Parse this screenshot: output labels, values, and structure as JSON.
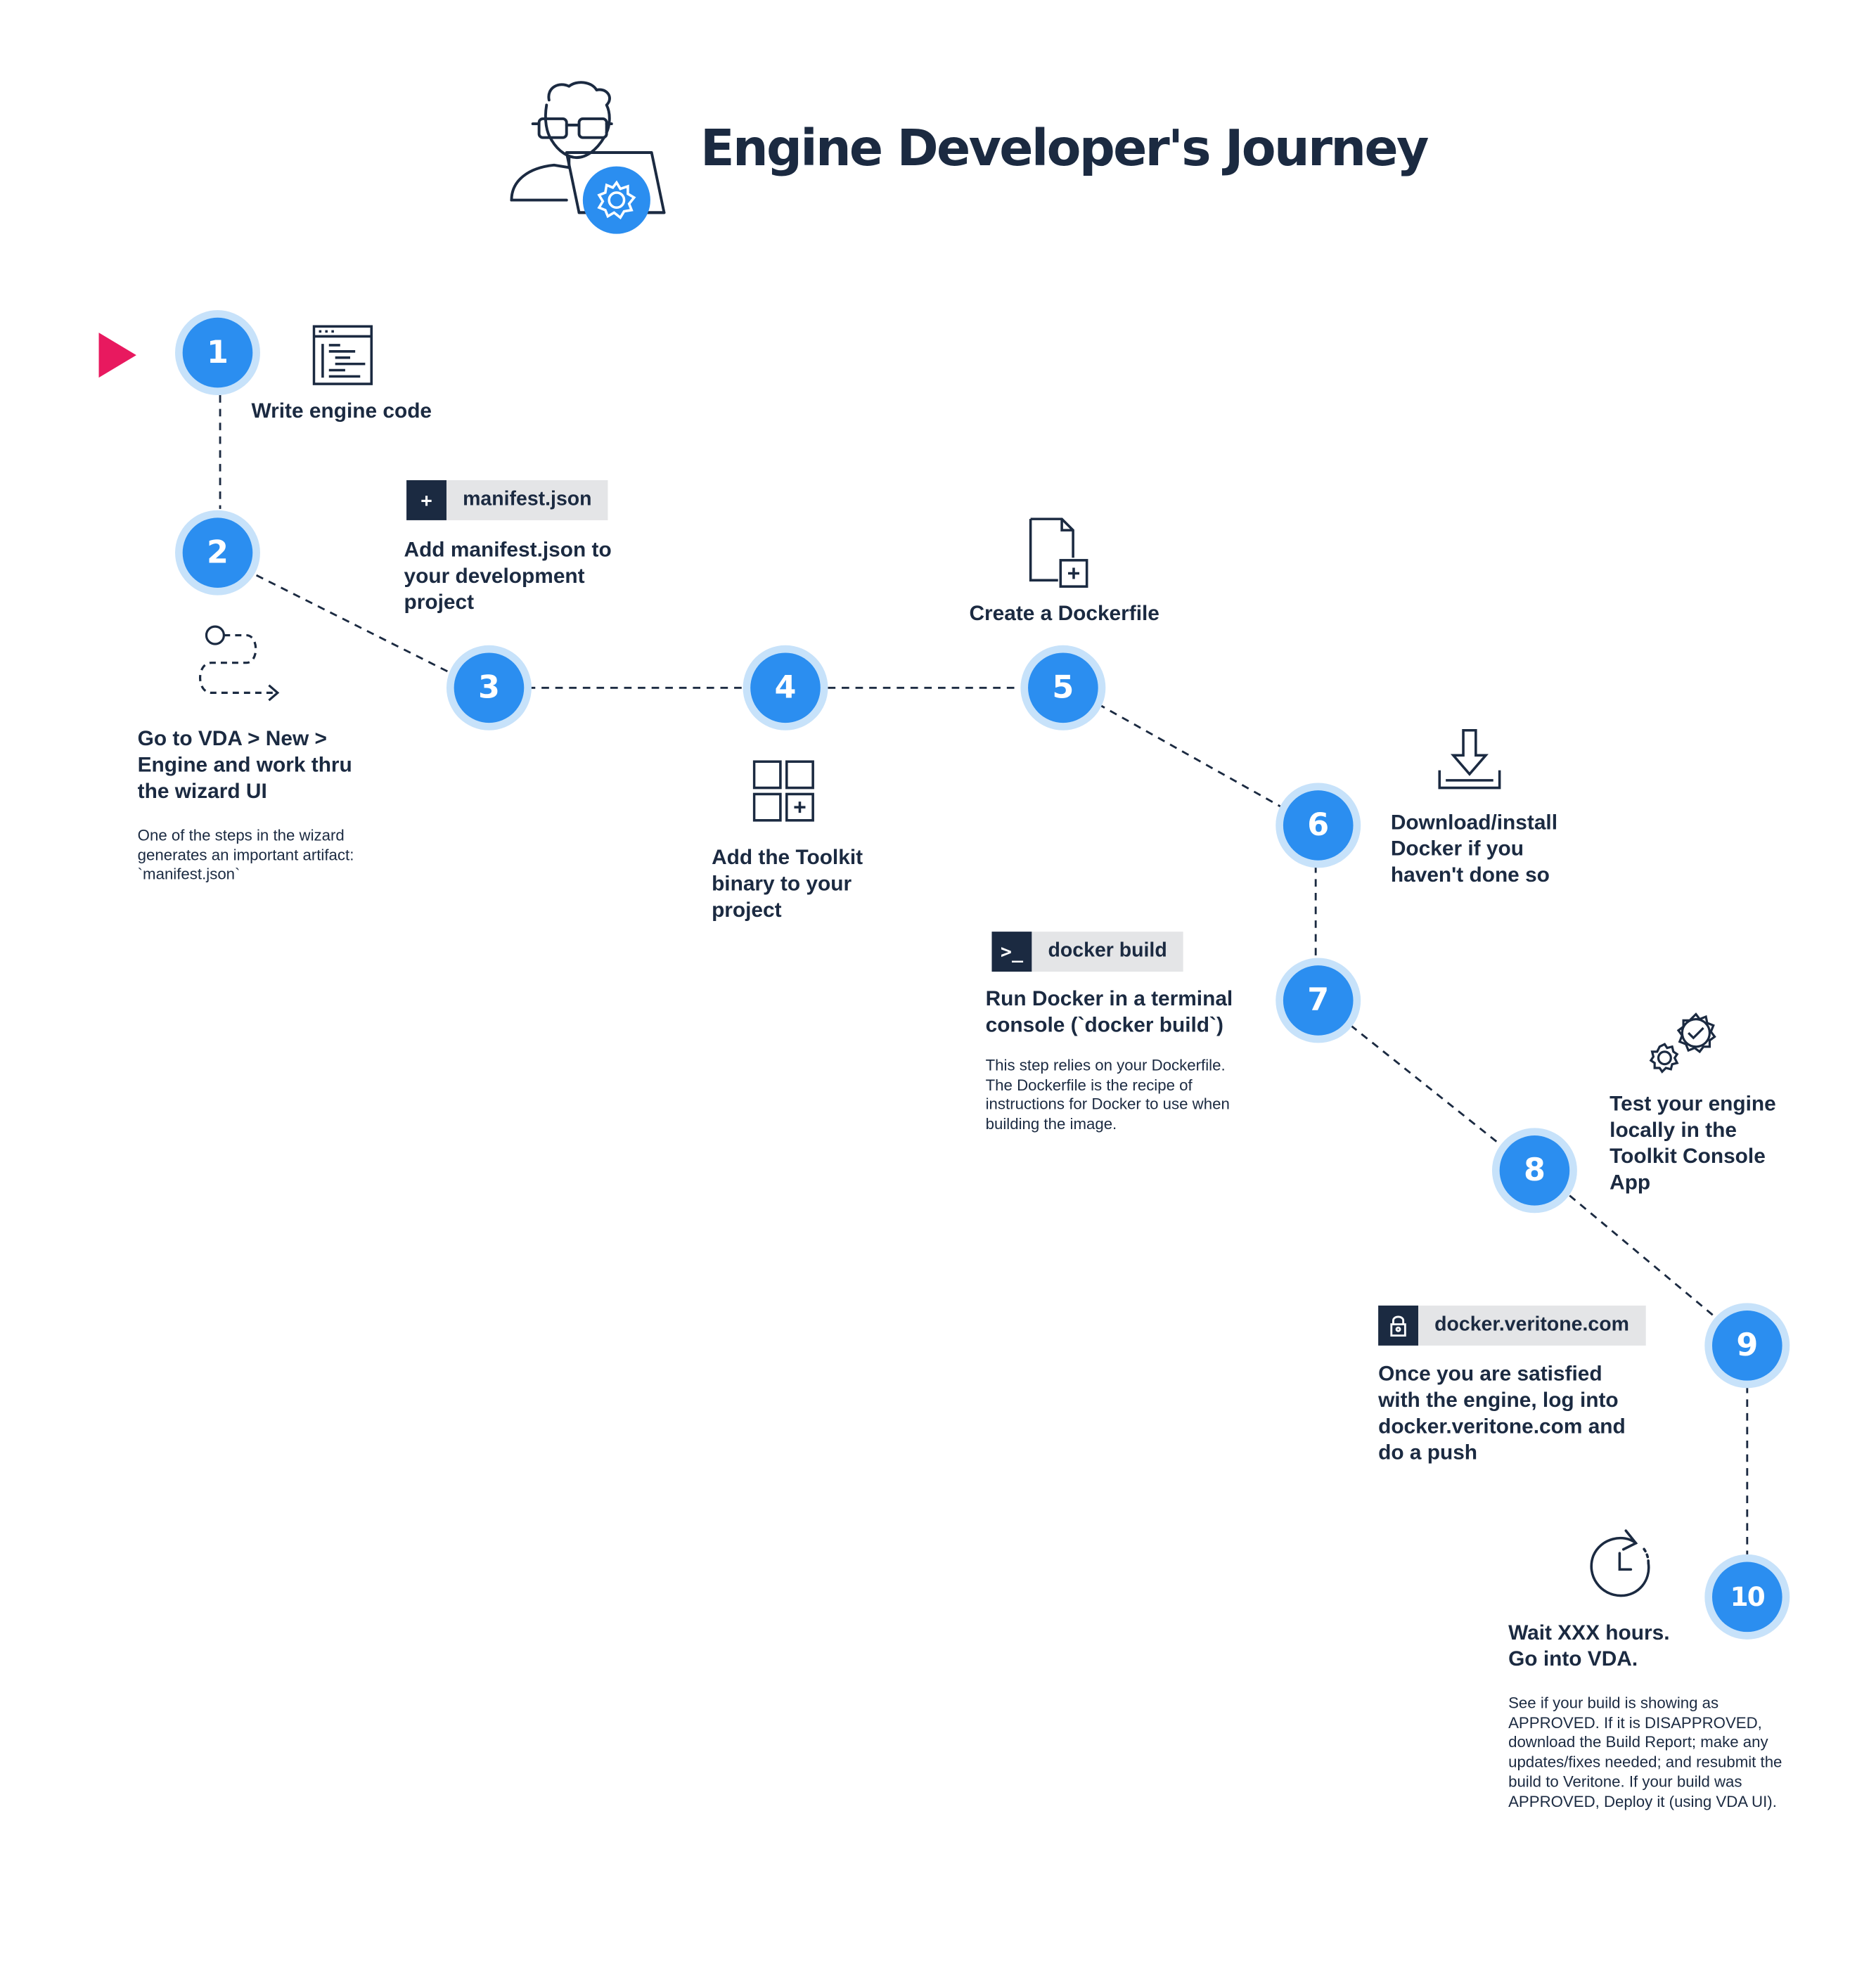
{
  "title": "Engine Developer's Journey",
  "colors": {
    "accent": "#2b8ef0",
    "halo": "#c7e2fa",
    "navy": "#1b2a41",
    "tag_bg": "#e4e5e7",
    "start_marker": "#e8195f"
  },
  "steps": [
    {
      "number": "1",
      "label": "Write engine code",
      "icon": "code-window-icon"
    },
    {
      "number": "2",
      "label": "Go to VDA > New > Engine and work thru the wizard UI",
      "note": "One of the steps in the wizard generates an important artifact: `manifest.json`",
      "icon": "route-path-icon"
    },
    {
      "number": "3",
      "label": "Add manifest.json to your development project",
      "tag": "manifest.json",
      "tag_icon": "plus-icon"
    },
    {
      "number": "4",
      "label": "Add the Toolkit binary to your project",
      "icon": "grid-plus-icon"
    },
    {
      "number": "5",
      "label": "Create a Dockerfile",
      "icon": "file-plus-icon"
    },
    {
      "number": "6",
      "label": "Download/install Docker if you haven't done so",
      "icon": "download-icon"
    },
    {
      "number": "7",
      "label": "Run Docker in a terminal console (`docker build`)",
      "note": "This step relies on your Dockerfile. The Dockerfile is the recipe of instructions for Docker to use when building the image.",
      "tag": "docker build",
      "tag_icon": "terminal-icon",
      "tag_icon_text": ">_"
    },
    {
      "number": "8",
      "label": "Test your engine locally in the Toolkit Console App",
      "icon": "gears-check-icon"
    },
    {
      "number": "9",
      "label": "Once you are satisfied with the engine, log into docker.veritone.com and do a push",
      "tag": "docker.veritone.com",
      "tag_icon": "lock-icon"
    },
    {
      "number": "10",
      "label": "Wait XXX hours. Go into VDA.",
      "note": "See if your build is showing as APPROVED. If it is DISAPPROVED, download the Build Report; make any updates/fixes needed; and resubmit the build to Veritone. If your build was APPROVED, Deploy it (using VDA UI).",
      "icon": "timer-icon"
    }
  ]
}
